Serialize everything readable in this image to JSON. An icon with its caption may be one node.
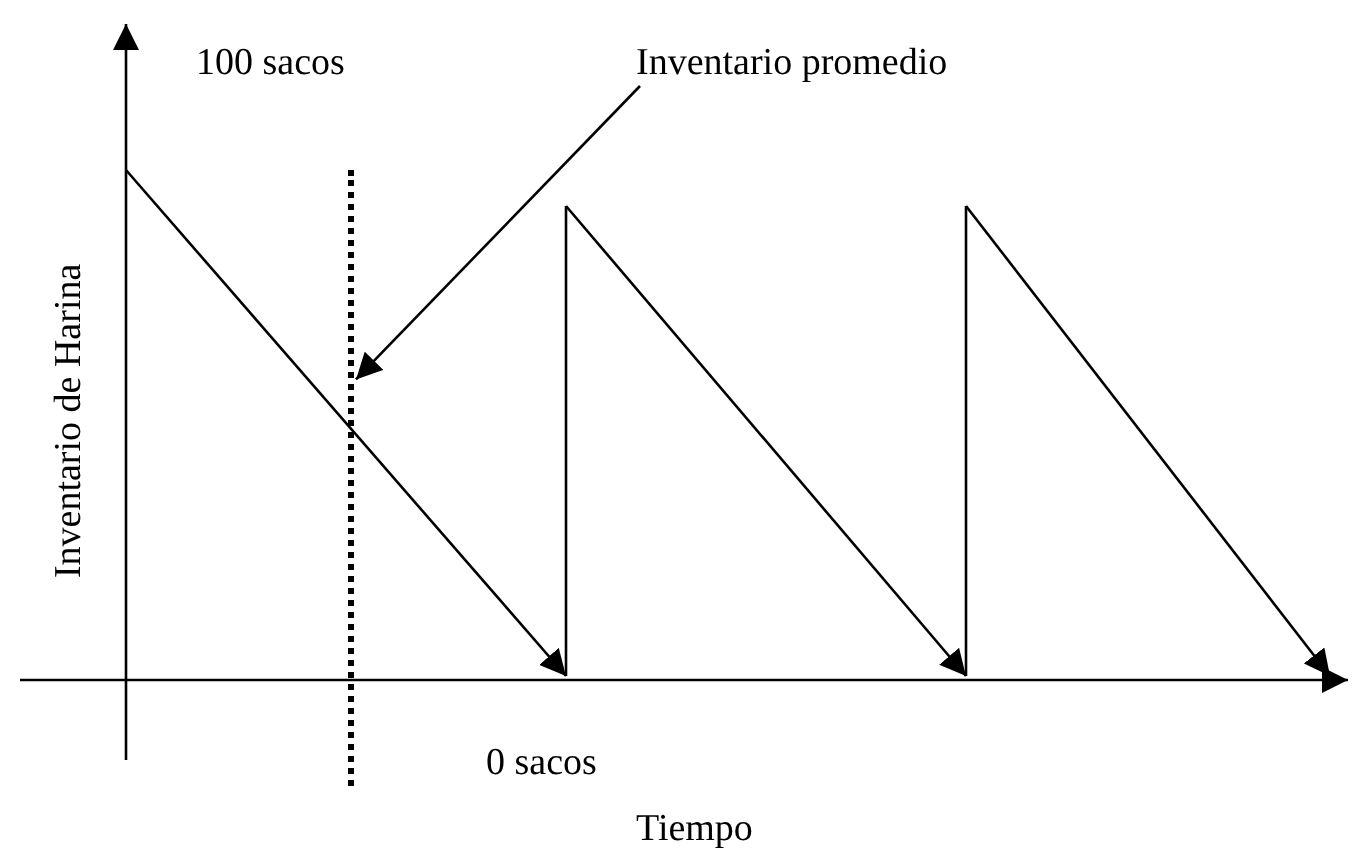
{
  "diagram": {
    "nodes": [
      {
        "text": [
          "Inventario promedio"
        ]
      },
      {
        "text": [],
        "shape": "line"
      }
    ],
    "edges": [
      {
        "from": 0,
        "to": 1,
        "arrow": "to"
      }
    ],
    "labels": [
      "100 sacos",
      "Inventario de Harina",
      "0 sacos",
      "Tiempo"
    ]
  }
}
